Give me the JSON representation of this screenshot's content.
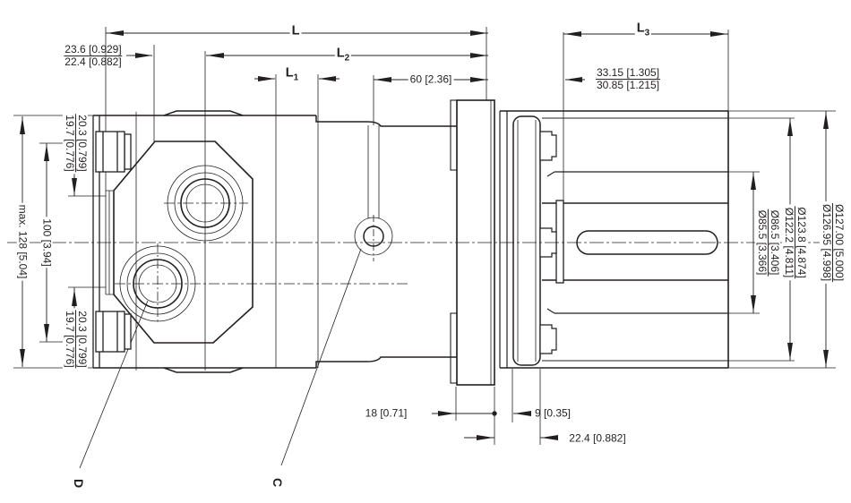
{
  "dims": {
    "L": {
      "base": "L",
      "sub": ""
    },
    "L1": {
      "base": "L",
      "sub": "1"
    },
    "L2": {
      "base": "L",
      "sub": "2"
    },
    "L3": {
      "base": "L",
      "sub": "3"
    },
    "housing_offset": {
      "top": "23.6 [0.929]",
      "bottom": "22.4 [0.882]"
    },
    "shoulder_offset": {
      "top": "33.15 [1.305]",
      "bottom": "30.85 [1.215]"
    },
    "drain_to_flange": "60 [2.36]",
    "max_height": "max. 128 [5.04]",
    "port_face_span": "100 [3.94]",
    "port_offset_top": {
      "top": "20.3 [0.799]",
      "bottom": "19.7 [0.776]"
    },
    "port_offset_bottom": {
      "top": "20.3 [0.799]",
      "bottom": "19.7 [0.776]"
    },
    "dia_hub": {
      "top": "Ø86.5 [3.406]",
      "bottom": "Ø85.5 [3.366]"
    },
    "dia_recess": {
      "top": "Ø123.8 [4.874]",
      "bottom": "Ø122.2 [4.811]"
    },
    "dia_spigot": {
      "top": "Ø127.00 [5.000]",
      "bottom": "Ø126.95 [4.998]"
    },
    "flange_thickness": "18 [0.71]",
    "gap": "9 [0.35]",
    "spacer": "22.4 [0.882]"
  },
  "labels": {
    "port": "D",
    "drain": "C"
  },
  "colors": {
    "line": "#231f20",
    "background": "#ffffff"
  }
}
